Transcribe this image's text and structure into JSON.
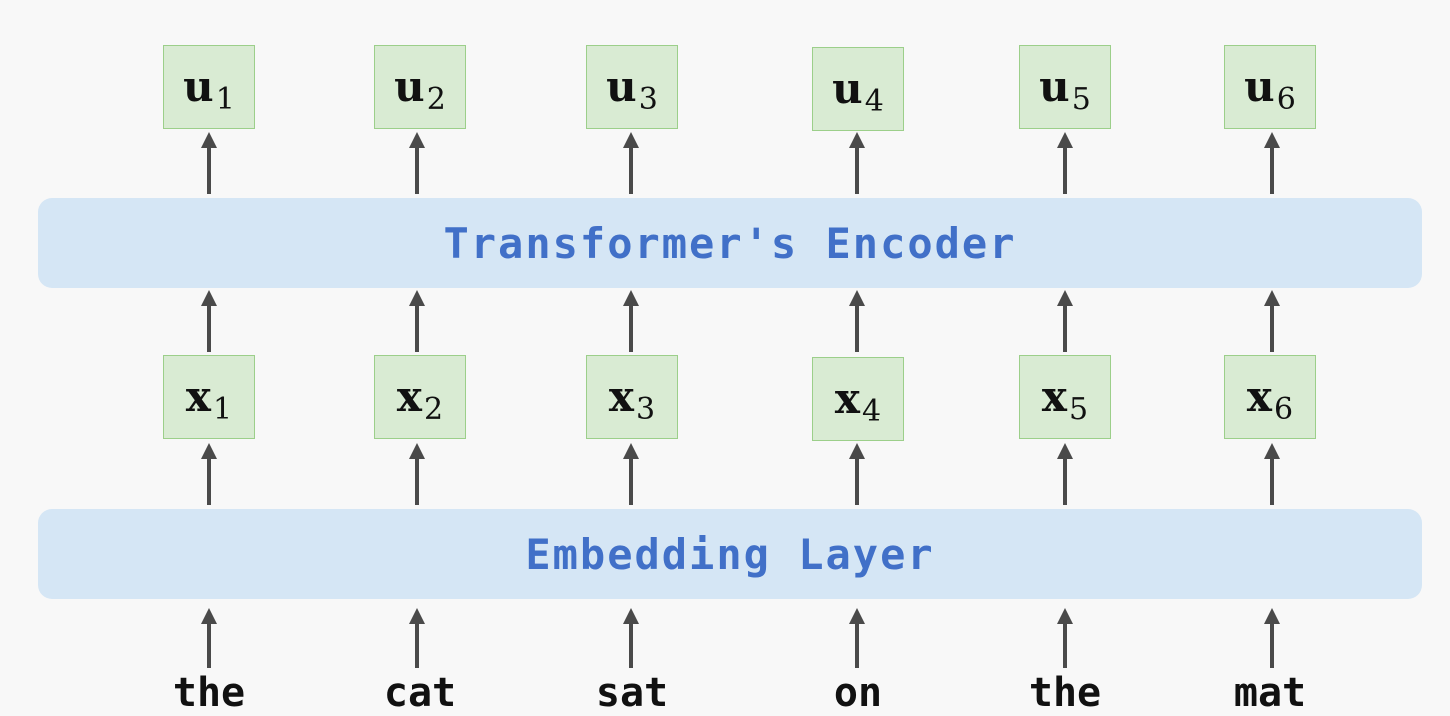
{
  "encoder_label": "Transformer's Encoder",
  "embedding_label": "Embedding Layer",
  "outputs": [
    {
      "symbol": "u",
      "sub": "1"
    },
    {
      "symbol": "u",
      "sub": "2"
    },
    {
      "symbol": "u",
      "sub": "3"
    },
    {
      "symbol": "u",
      "sub": "4"
    },
    {
      "symbol": "u",
      "sub": "5"
    },
    {
      "symbol": "u",
      "sub": "6"
    }
  ],
  "embeddings": [
    {
      "symbol": "x",
      "sub": "1"
    },
    {
      "symbol": "x",
      "sub": "2"
    },
    {
      "symbol": "x",
      "sub": "3"
    },
    {
      "symbol": "x",
      "sub": "4"
    },
    {
      "symbol": "x",
      "sub": "5"
    },
    {
      "symbol": "x",
      "sub": "6"
    }
  ],
  "tokens": [
    "the",
    "cat",
    "sat",
    "on",
    "the",
    "mat"
  ],
  "colors": {
    "band_fill": "#d5e6f5",
    "band_text": "#4170c8",
    "box_fill": "#d9ebd3",
    "box_border": "#9ccf8a",
    "arrow": "#4a4a4a"
  }
}
